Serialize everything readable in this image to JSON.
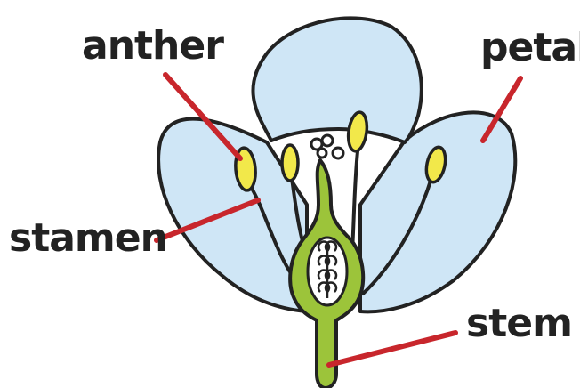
{
  "labels": {
    "anther": "anther",
    "petal": "petal",
    "stamen": "stamen",
    "stem": "stem"
  },
  "colors": {
    "petal_fill": "#cfe6f6",
    "outline": "#222222",
    "leader_line": "#c8262c",
    "anther_fill": "#f2e84a",
    "pistil_fill": "#9cc43a",
    "ovary_core": "#ffffff"
  }
}
